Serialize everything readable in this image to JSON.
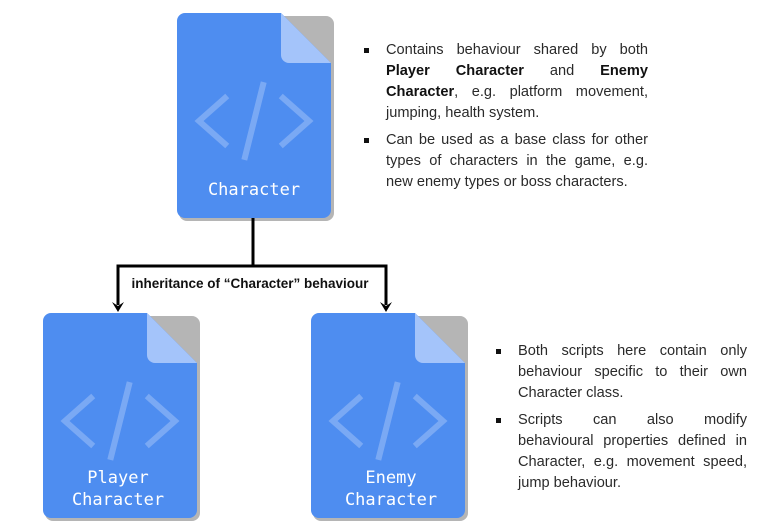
{
  "colors": {
    "doc": "#4e8df0",
    "fold": "#a4c4fa",
    "code": "#7aa9f4",
    "line": "#000000"
  },
  "docs": {
    "base": {
      "icon": "code-file-icon",
      "lines": [
        "Character"
      ]
    },
    "player": {
      "icon": "code-file-icon",
      "lines": [
        "Player",
        "Character"
      ]
    },
    "enemy": {
      "icon": "code-file-icon",
      "lines": [
        "Enemy",
        "Character"
      ]
    }
  },
  "connector_label": "inheritance of “Character” behaviour",
  "base_notes": [
    {
      "parts": [
        "Contains behaviour shared by both ",
        "Player Character",
        " and ",
        "Enemy Character",
        ", e.g. platform movement, jumping, health system."
      ]
    },
    {
      "parts": [
        "Can be used as a base class for other types of characters in the game, e.g. new enemy types or boss characters."
      ]
    }
  ],
  "child_notes": [
    {
      "parts": [
        "Both scripts here contain only behaviour specific to their own Character class."
      ]
    },
    {
      "parts": [
        "Scripts can also modify behavioural properties defined in Character, e.g. movement speed, jump behaviour."
      ]
    }
  ]
}
